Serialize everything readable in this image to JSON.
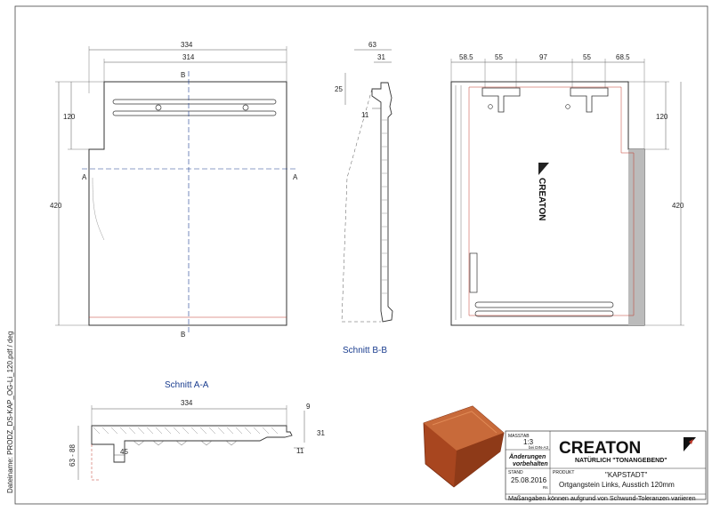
{
  "views": {
    "top": {
      "dims": {
        "width_overall": "334",
        "width_inner": "314",
        "height": "420",
        "notch": "120"
      },
      "marks": {
        "b_top": "B",
        "b_bottom": "B",
        "a_left": "A",
        "a_right": "A"
      }
    },
    "section_bb": {
      "label": "Schnitt B-B",
      "dims": {
        "d63": "63",
        "d31": "31",
        "d25": "25",
        "d11": "11"
      }
    },
    "bottom": {
      "dims": {
        "d58_5": "58.5",
        "d55a": "55",
        "d97": "97",
        "d55b": "55",
        "d68_5": "68.5",
        "d120": "120",
        "d420": "420"
      },
      "logo_text": "CREATON"
    },
    "section_aa": {
      "label": "Schnitt A-A",
      "dims": {
        "d334": "334",
        "d63_88": "63 - 88",
        "d45": "45",
        "d9": "9",
        "d31": "31",
        "d11": "11"
      }
    }
  },
  "side_note": "Dateiname: PRODZ_DS-KAP_OG-Li_120.pdf / deg",
  "title_block": {
    "massstab_label": "MASSTAB",
    "massstab_value": "1:3",
    "massstab_note": "bei DIN-A3",
    "changes_line1": "Änderungen",
    "changes_line2": "vorbehalten",
    "stand_label": "STAND",
    "stand_value": "25.08.2016",
    "stand_initials": "Rs",
    "produkt_label": "PRODUKT",
    "product_name": "\"KAPSTADT\"",
    "product_desc": "Ortgangstein Links, Ausstich 120mm",
    "footer": "Maßangaben können aufgrund von Schwund-Toleranzen variieren",
    "brand": "CREATON",
    "tagline": "NATÜRLICH \"TONANGEBEND\""
  },
  "colors": {
    "line": "#333333",
    "dim": "#5a5a5a",
    "red": "#c0392b",
    "tile": "#b5502a",
    "label": "#1a3d8f"
  }
}
